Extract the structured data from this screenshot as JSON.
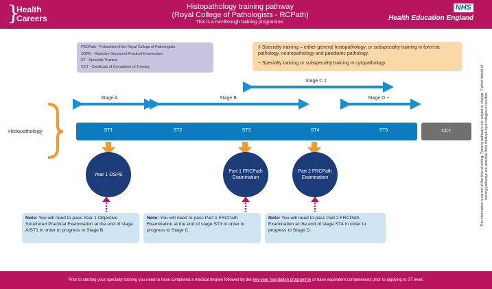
{
  "header": {
    "logo_text_1": "Health",
    "logo_text_2": "Careers",
    "title": "Histopathology training pathway",
    "subtitle": "(Royal College of Pathologists - RCPath)",
    "note": "This is a run-through training programme.",
    "nhs_badge": "NHS",
    "org": "Health Education England"
  },
  "abbreviations": [
    "FRCPath - Fellowship of the Royal College of Pathologists",
    "OSPE - Objective Structured Practical Examination",
    "ST - Specialty Training",
    "CCT - Certificate of Completion of Training"
  ],
  "stage_notes": {
    "line1": "‡  Specialty training – either general histopathology, or subspecialty training in forensic pathology, neuropathology and paediatric pathology.",
    "line2": "~  Specialty training or subspecialty training in cytopathology."
  },
  "stages": {
    "a": "Stage A",
    "b": "Stage B",
    "c": "Stage C ‡",
    "d": "Stage D ~"
  },
  "row_label": "Histopathology",
  "timeline": [
    "ST1",
    "ST2",
    "ST3",
    "ST4",
    "ST5"
  ],
  "cct": "CCT",
  "exams": {
    "ospe": "Year 1 OSPE",
    "part1_a": "Part 1 FRCPath",
    "part1_b": "Examination",
    "part2_a": "Part 2 FRCPath",
    "part2_b": "Examination"
  },
  "notes": [
    {
      "label": "Note:",
      "text": " You will need to pass Year 1 Objective Structured Practical Examination at the end of stage A/ST1 in order to progress to Stage B."
    },
    {
      "label": "Note:",
      "text": " You will need to pass Part 1 FRCPath Examination at the end of stage ST3 in order to progress to Stage C."
    },
    {
      "label": "Note:",
      "text": " You will need to pass Part 2 FRCPath Examination at the end of stage ST4 in order to progress to Stage D."
    }
  ],
  "side_text": "This information is correct at the time of writing. Training pathways are subject to change. Further details of training pathways are available from medical royal colleges or faculties.",
  "footer": {
    "pre": "Prior to starting your specialty training you need to have completed a medical degree followed by the ",
    "link": "two-year foundation programme",
    "post": " or have equivalent competences prior to applying to ST level."
  },
  "colors": {
    "brand": "#b8155f",
    "timeline": "#0f7bbf",
    "arrow": "#1a8fd0",
    "brace": "#f29a2e",
    "exam": "#1d3c7a",
    "note_bg": "#cfe5f4",
    "cct": "#707070"
  }
}
